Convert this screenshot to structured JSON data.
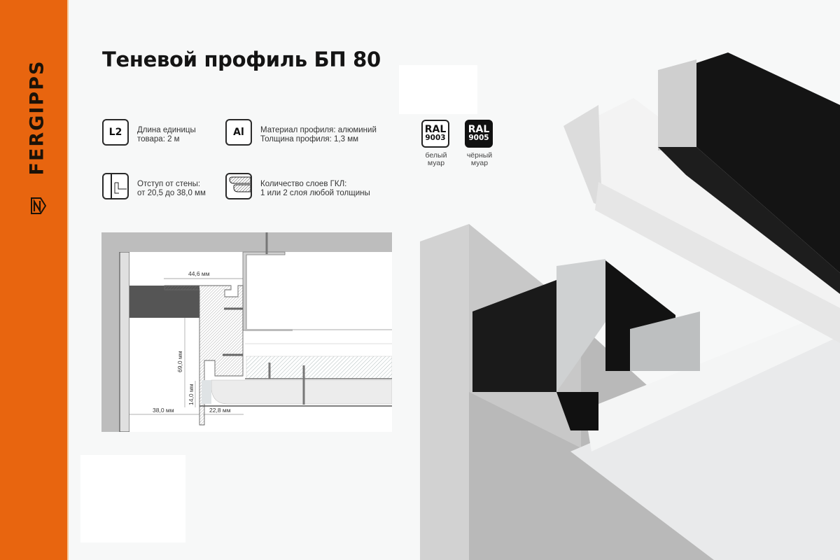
{
  "brand": {
    "name": "FERGIPPS",
    "accent_color": "#e8650f",
    "logo_icon": "fergipps-n-mark-icon"
  },
  "title": "Теневой профиль БП 80",
  "specs": [
    {
      "icon": "length-l2-icon",
      "icon_label": "L2",
      "lines": [
        "Длина единицы",
        "товара: 2 м"
      ]
    },
    {
      "icon": "aluminium-al-icon",
      "icon_label": "Al",
      "lines": [
        "Материал профиля: алюминий",
        "Толщина профиля: 1,3 мм"
      ]
    },
    {
      "icon": "wall-offset-icon",
      "icon_label": "",
      "lines": [
        "Отступ от стены:",
        "от 20,5 до 38,0 мм"
      ]
    },
    {
      "icon": "drywall-layers-icon",
      "icon_label": "",
      "lines": [
        "Количество слоев ГКЛ:",
        "1 или 2 слоя любой толщины"
      ]
    }
  ],
  "colors": [
    {
      "ral": "RAL",
      "code": "9003",
      "caption": [
        "белый",
        "муар"
      ],
      "swatch": "#ffffff"
    },
    {
      "ral": "RAL",
      "code": "9005",
      "caption": [
        "чёрный",
        "муар"
      ],
      "swatch": "#111111"
    }
  ],
  "diagram": {
    "dimensions": {
      "width_top": "44,6 мм",
      "height_total": "69,0 мм",
      "height_bottom": "14,0 мм",
      "offset_wall": "38,0 мм",
      "width_bottom": "22,8 мм"
    }
  },
  "photo": {
    "subject": "shadow-profile-product-render",
    "variants": [
      "white",
      "black"
    ]
  }
}
